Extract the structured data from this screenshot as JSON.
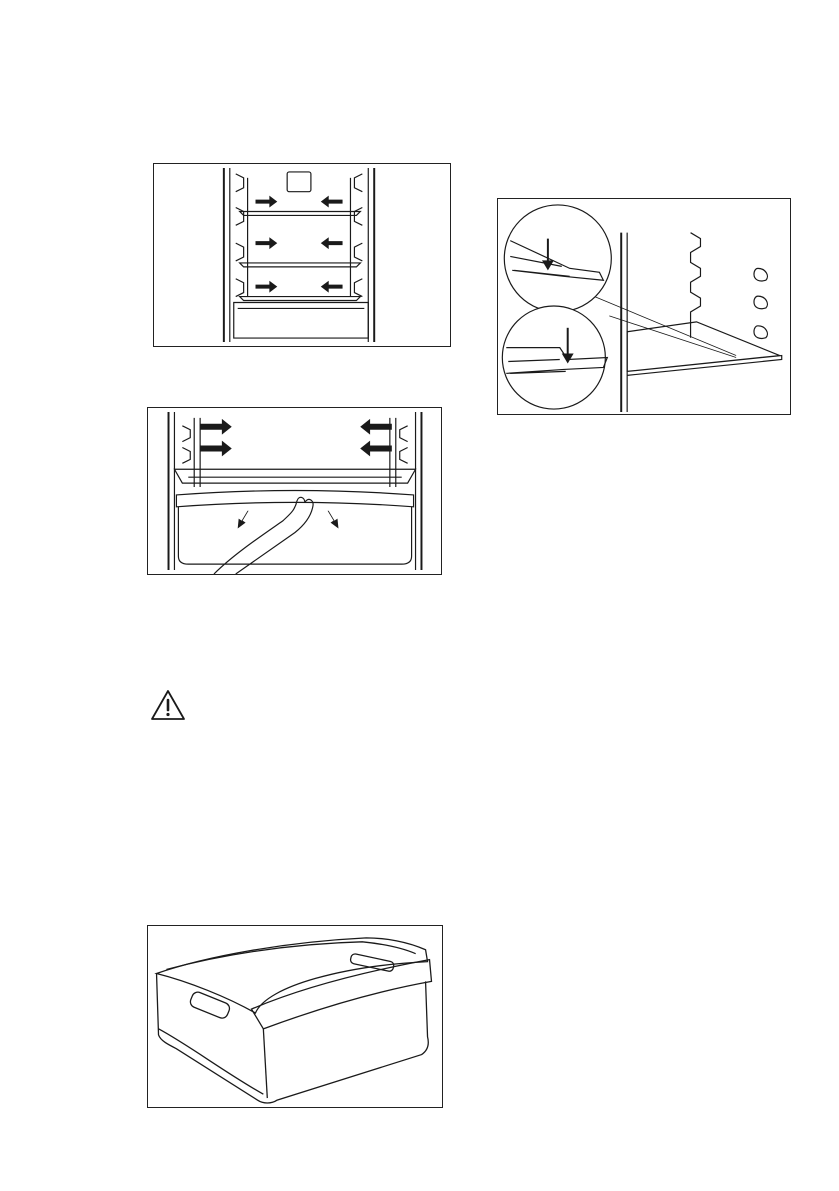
{
  "figures": [
    {
      "id": "fig-shelves",
      "icon": "fridge-shelves-positioning-illustration"
    },
    {
      "id": "fig-crisper-remove",
      "icon": "crisper-drawer-removal-illustration"
    },
    {
      "id": "fig-shelf-detail",
      "icon": "shelf-rail-detail-illustration"
    },
    {
      "id": "fig-drawer",
      "icon": "vegetable-drawer-illustration"
    }
  ],
  "warning": {
    "icon": "warning-triangle-icon"
  },
  "colors": {
    "line": "#1a1a1a",
    "border": "#222222",
    "background": "#ffffff"
  }
}
